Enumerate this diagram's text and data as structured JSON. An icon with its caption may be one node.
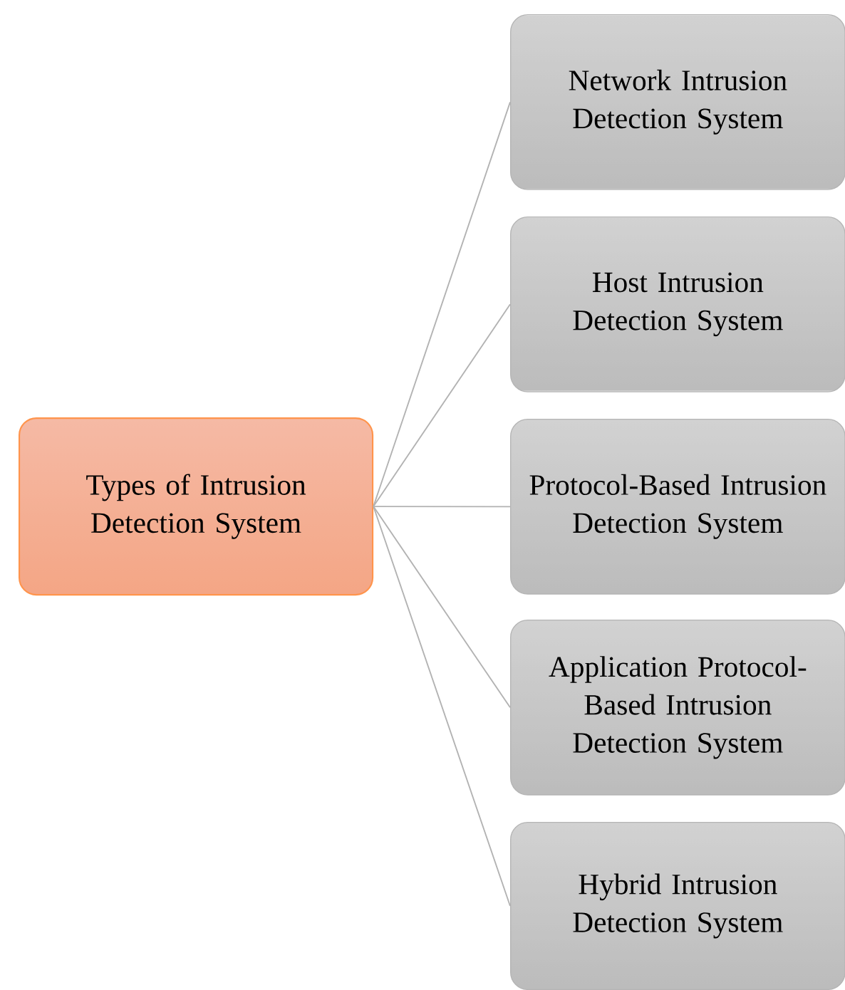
{
  "diagram": {
    "nodes": [
      {
        "text": [
          "Types of Intrusion Detection System"
        ]
      },
      {
        "text": [
          "Network Intrusion Detection System"
        ]
      },
      {
        "text": [
          "Host Intrusion Detection System"
        ]
      },
      {
        "text": [
          "Protocol-Based Intrusion Detection System"
        ]
      },
      {
        "text": [
          "Application Protocol-Based Intrusion Detection System"
        ]
      },
      {
        "text": [
          "Hybrid Intrusion Detection System"
        ]
      }
    ],
    "edges": [
      {
        "from": 0,
        "to": 1,
        "arrow": "none"
      },
      {
        "from": 0,
        "to": 2,
        "arrow": "none"
      },
      {
        "from": 0,
        "to": 3,
        "arrow": "none"
      },
      {
        "from": 0,
        "to": 4,
        "arrow": "none"
      },
      {
        "from": 0,
        "to": 5,
        "arrow": "none"
      }
    ]
  }
}
